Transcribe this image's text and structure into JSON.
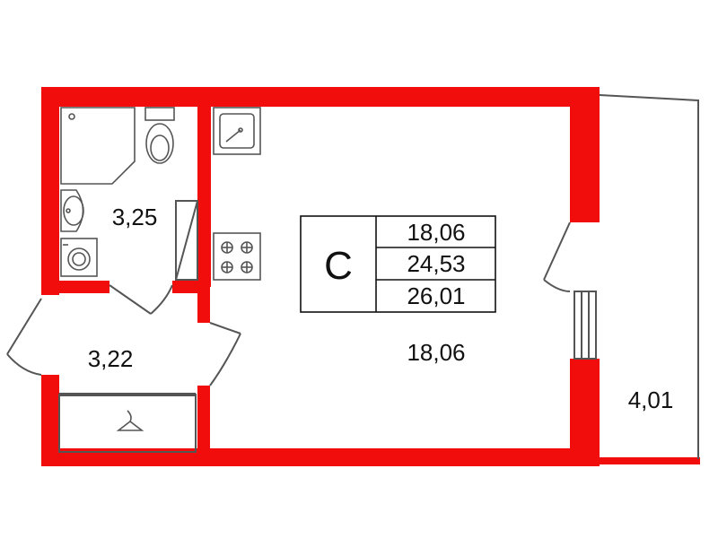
{
  "colors": {
    "wall": "#f20d0d",
    "line": "#555555",
    "background": "#ffffff",
    "text": "#111111"
  },
  "legend": {
    "type_letter": "С",
    "living_area": "18,06",
    "total_area": "24,53",
    "total_area_with_balcony": "26,01"
  },
  "rooms": {
    "bathroom_area": "3,25",
    "hallway_area": "3,22",
    "main_room_area": "18,06",
    "balcony_area": "4,01"
  },
  "fixtures": [
    "shower-icon",
    "toilet-icon",
    "washbasin-icon",
    "washing-machine-icon",
    "sink-icon",
    "stove-icon",
    "hanger-icon"
  ]
}
